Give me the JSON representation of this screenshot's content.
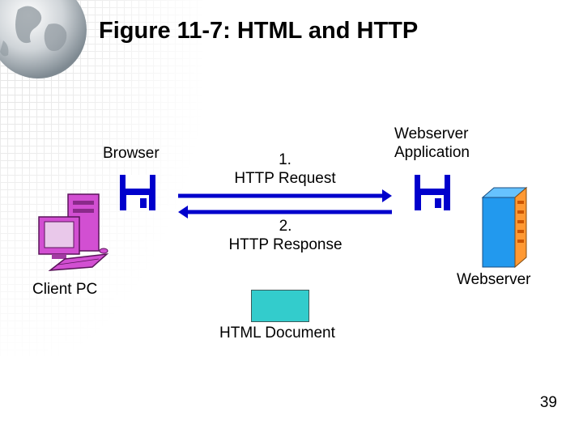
{
  "title": "Figure 11-7: HTML and HTTP",
  "labels": {
    "browser": "Browser",
    "request_step": "1.",
    "request_label": "HTTP Request",
    "app_line1": "Webserver",
    "app_line2": "Application",
    "response_step": "2.",
    "response_label": "HTTP Response",
    "client_pc": "Client PC",
    "webserver": "Webserver",
    "html_document": "HTML Document"
  },
  "page_number": "39",
  "colors": {
    "accent_blue": "#0000cc",
    "pc_magenta": "#cc33cc",
    "server_blue": "#2299ee",
    "server_orange": "#ff9933",
    "document_teal": "#33cccc"
  },
  "icons": [
    "globe-icon",
    "floppy-disk-icon",
    "client-pc-icon",
    "webserver-icon"
  ]
}
